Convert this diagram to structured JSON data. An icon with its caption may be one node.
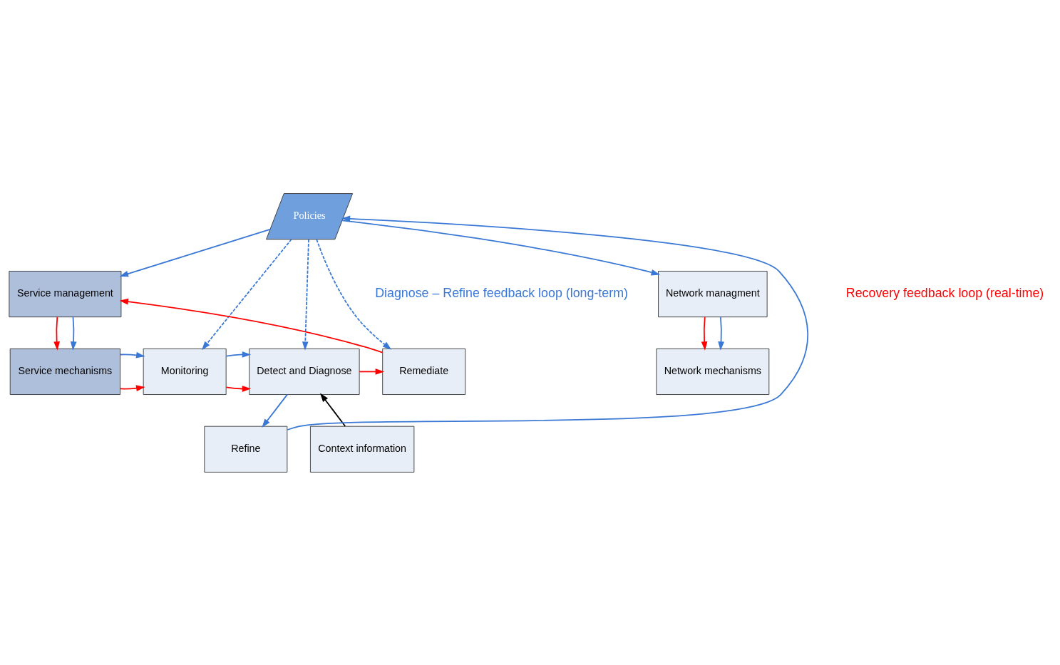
{
  "diagram": {
    "nodes": [
      {
        "text": [
          "Policies"
        ]
      },
      {
        "text": [
          "Network managment"
        ]
      },
      {
        "text": [
          "Service management"
        ]
      },
      {
        "text": [
          "Network mechanisms"
        ]
      },
      {
        "text": [
          "Service mechanisms"
        ]
      },
      {
        "text": [
          "Monitoring"
        ]
      },
      {
        "text": [
          "Detect and Diagnose"
        ]
      },
      {
        "text": [
          "Remediate"
        ]
      },
      {
        "text": [
          "Context information"
        ]
      },
      {
        "text": [
          "Refine"
        ]
      }
    ],
    "edges": [
      {
        "from": 0,
        "to": 1,
        "arrow": "to"
      },
      {
        "from": 0,
        "to": 2,
        "arrow": "to"
      },
      {
        "from": 1,
        "to": 3,
        "arrow": "to",
        "color": "#ff0000"
      },
      {
        "from": 1,
        "to": 3,
        "arrow": "to"
      },
      {
        "from": 2,
        "to": 4,
        "arrow": "to",
        "color": "#ff0000"
      },
      {
        "from": 2,
        "to": 4,
        "arrow": "to"
      },
      {
        "from": 4,
        "to": 5,
        "arrow": "to",
        "color": "#ff0000"
      },
      {
        "from": 4,
        "to": 5,
        "arrow": "to"
      },
      {
        "from": 5,
        "to": 6,
        "arrow": "to",
        "color": "#ff0000"
      },
      {
        "from": 5,
        "to": 6,
        "arrow": "to"
      },
      {
        "from": 8,
        "to": 6,
        "arrow": "to",
        "color": "#000000"
      },
      {
        "from": 6,
        "to": 7,
        "arrow": "to",
        "color": "#ff0000"
      },
      {
        "from": 6,
        "to": 9,
        "arrow": "to"
      },
      {
        "from": 7,
        "to": 2,
        "arrow": "to",
        "color": "#ff0000"
      },
      {
        "from": 9,
        "to": 0,
        "arrow": "to"
      },
      {
        "from": 0,
        "to": 5,
        "arrow": "to",
        "style": "dashed"
      },
      {
        "from": 0,
        "to": 6,
        "arrow": "to",
        "style": "dashed"
      },
      {
        "from": 0,
        "to": 7,
        "arrow": "to",
        "style": "dashed"
      }
    ],
    "labels": [
      "Diagnose – Refine feedback loop (long-term)",
      "Recovery feedback loop (real-time)"
    ]
  }
}
